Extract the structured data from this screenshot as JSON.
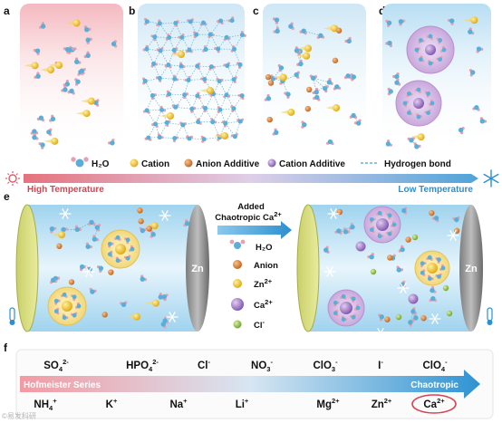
{
  "panels": {
    "a": "a",
    "b": "b",
    "c": "c",
    "d": "d",
    "e": "e",
    "f": "f"
  },
  "legend_top": {
    "water": "H₂O",
    "cation": "Cation",
    "anion_additive": "Anion Additive",
    "cation_additive": "Cation Additive",
    "hbond": "Hydrogen bond"
  },
  "temperature": {
    "high": "High Temperature",
    "low": "Low Temperature"
  },
  "panel_e": {
    "arrow_line1": "Added",
    "arrow_line2": "Chaotropic Ca",
    "arrow_sup": "2+",
    "electrode_label": "Zn",
    "legend": {
      "water": "H₂O",
      "anion": "Anion",
      "zn": "Zn",
      "zn_sup": "2+",
      "ca": "Ca",
      "ca_sup": "2+",
      "cl": "Cl",
      "cl_sup": "-"
    }
  },
  "panel_f": {
    "series_left": "Hofmeister Series",
    "series_right": "Chaotropic",
    "anions": [
      {
        "base": "SO",
        "sub": "4",
        "sup": "2-"
      },
      {
        "base": "HPO",
        "sub": "4",
        "sup": "2-"
      },
      {
        "base": "Cl",
        "sub": "",
        "sup": "-"
      },
      {
        "base": "NO",
        "sub": "3",
        "sup": "-"
      },
      {
        "base": "ClO",
        "sub": "3",
        "sup": "-"
      },
      {
        "base": "I",
        "sub": "",
        "sup": "-"
      },
      {
        "base": "ClO",
        "sub": "4",
        "sup": "-"
      }
    ],
    "cations": [
      {
        "base": "NH",
        "sub": "4",
        "sup": "+"
      },
      {
        "base": "K",
        "sub": "",
        "sup": "+"
      },
      {
        "base": "Na",
        "sub": "",
        "sup": "+"
      },
      {
        "base": "Li",
        "sub": "",
        "sup": "+"
      },
      {
        "base": "Mg",
        "sub": "",
        "sup": "2+"
      },
      {
        "base": "Zn",
        "sub": "",
        "sup": "2+"
      },
      {
        "base": "Ca",
        "sub": "",
        "sup": "2+"
      }
    ],
    "highlight": "Ca2+"
  },
  "watermark": "©易发科研",
  "colors": {
    "water_o": "#5aaed8",
    "water_h": "#e8a0ae",
    "cation": "#f2c01e",
    "anion": "#d9792b",
    "cation_additive": "#9b74c4",
    "cl": "#8fbf3a",
    "hbond": "#4a9fd4",
    "hot": "#d9434e",
    "cold": "#2b8fd0"
  }
}
